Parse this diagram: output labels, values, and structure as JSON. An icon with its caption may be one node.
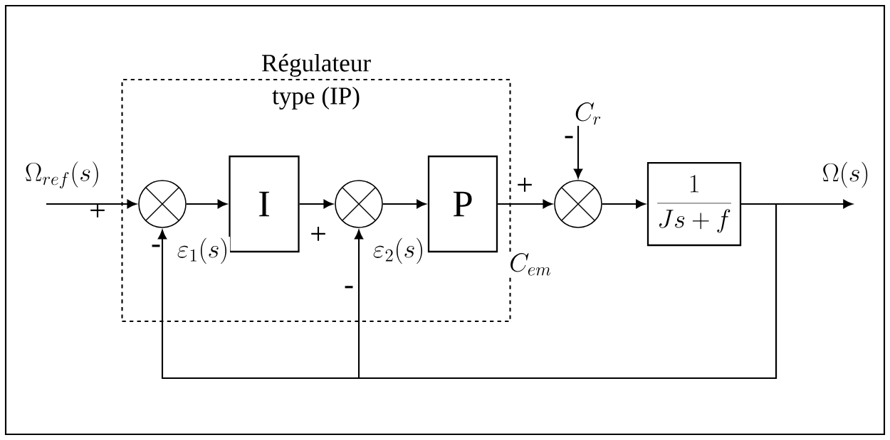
{
  "diagram": {
    "nodes": [
      {
        "text": [
          "Régulateur",
          "type (IP)"
        ]
      },
      {
        "text": [],
        "shape": "circle",
        "in": 0
      },
      {
        "text": [
          "I"
        ],
        "in": 0
      },
      {
        "text": [],
        "shape": "circle",
        "in": 0
      },
      {
        "text": [
          "P"
        ],
        "in": 0
      },
      {
        "text": [],
        "shape": "circle"
      },
      {
        "text": [
          "\\frac{1}{Js+f}"
        ]
      }
    ],
    "edges": [
      {
        "from": null,
        "to": 1,
        "arrow": "to",
        "label": "\\Omega_{ref}(s)"
      },
      {
        "from": 1,
        "to": 2,
        "arrow": "to",
        "label": "\\varepsilon_1(s)"
      },
      {
        "from": 2,
        "to": 3,
        "arrow": "to"
      },
      {
        "from": 3,
        "to": 4,
        "arrow": "to",
        "label": "\\varepsilon_2(s)"
      },
      {
        "from": 4,
        "to": 5,
        "arrow": "to",
        "label": "C_{em}"
      },
      {
        "from": null,
        "to": 5,
        "arrow": "to",
        "label": "C_r"
      },
      {
        "from": 5,
        "to": 6,
        "arrow": "to"
      },
      {
        "from": 6,
        "to": null,
        "arrow": "to",
        "label": "\\Omega(s)"
      },
      {
        "from": 6,
        "to": 1,
        "arrow": "to"
      },
      {
        "from": 6,
        "to": 3,
        "arrow": "to"
      }
    ],
    "labels": [
      "-",
      "+",
      "+",
      "+",
      "-",
      "-"
    ]
  }
}
